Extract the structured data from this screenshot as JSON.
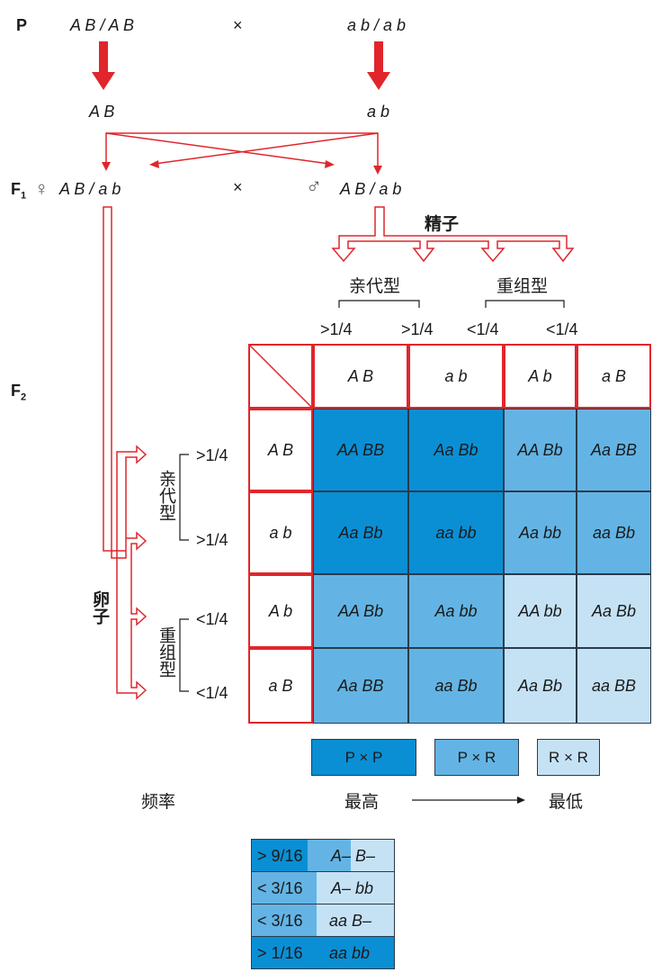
{
  "generation_labels": {
    "p": "P",
    "f1": "F",
    "f1_sub": "1",
    "f2": "F",
    "f2_sub": "2"
  },
  "parents": {
    "left": "A B / A B",
    "cross": "×",
    "right": "a b / a b"
  },
  "gametes_p": {
    "left": "A B",
    "right": "a b"
  },
  "f1": {
    "female_symbol": "♀",
    "female": "A B / a b",
    "cross": "×",
    "male_symbol": "♂",
    "male": "A B / a b"
  },
  "sperm": {
    "title": "精子",
    "parental": "亲代型",
    "recombinant": "重组型",
    "freqs": [
      ">1/4",
      ">1/4",
      "<1/4",
      "<1/4"
    ]
  },
  "egg": {
    "title": "卵子",
    "parental": "亲代型",
    "recombinant": "重组型",
    "freqs": [
      ">1/4",
      ">1/4",
      "<1/4",
      "<1/4"
    ]
  },
  "punnett": {
    "col_headers": [
      "A B",
      "a b",
      "A b",
      "a B"
    ],
    "row_headers": [
      "A B",
      "a b",
      "A b",
      "a B"
    ],
    "cells": [
      [
        "AA BB",
        "Aa Bb",
        "AA Bb",
        "Aa BB"
      ],
      [
        "Aa Bb",
        "aa bb",
        "Aa bb",
        "aa Bb"
      ],
      [
        "AA Bb",
        "Aa bb",
        "AA bb",
        "Aa Bb"
      ],
      [
        "Aa BB",
        "aa Bb",
        "Aa Bb",
        "aa BB"
      ]
    ],
    "shades": [
      [
        "dark",
        "dark",
        "mid",
        "mid"
      ],
      [
        "dark",
        "dark",
        "mid",
        "mid"
      ],
      [
        "mid",
        "mid",
        "light",
        "light"
      ],
      [
        "mid",
        "mid",
        "light",
        "light"
      ]
    ]
  },
  "legend": {
    "pp": "P × P",
    "pr": "P × R",
    "rr": "R × R",
    "frequency": "频率",
    "highest": "最高",
    "lowest": "最低"
  },
  "phenotypes": [
    {
      "freq": "> 9/16",
      "pheno": "A– B–"
    },
    {
      "freq": "< 3/16",
      "pheno": "A– bb"
    },
    {
      "freq": "< 3/16",
      "pheno": "aa B–"
    },
    {
      "freq": "> 1/16",
      "pheno": "aa bb"
    }
  ],
  "colors": {
    "red": "#e0262c",
    "dark": "#0a8fd4",
    "mid": "#63b4e4",
    "light": "#c5e2f5",
    "border": "#2b3a4a"
  }
}
